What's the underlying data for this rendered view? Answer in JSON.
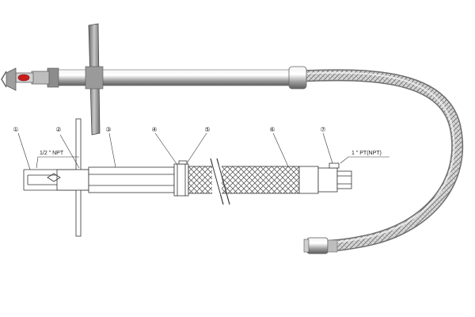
{
  "callouts": [
    "①",
    "②",
    "③",
    "④",
    "⑤",
    "⑥",
    "⑦"
  ],
  "labels": {
    "inlet_thread": "1/2 \" NPT",
    "outlet_thread": "1 \" PT(NPT)"
  },
  "colors": {
    "steel_light": "#e6e6e6",
    "steel_mid": "#a8a8a8",
    "steel_dark": "#5a5a5a",
    "sprinkler_red": "#c81e1e",
    "line": "#333333"
  }
}
